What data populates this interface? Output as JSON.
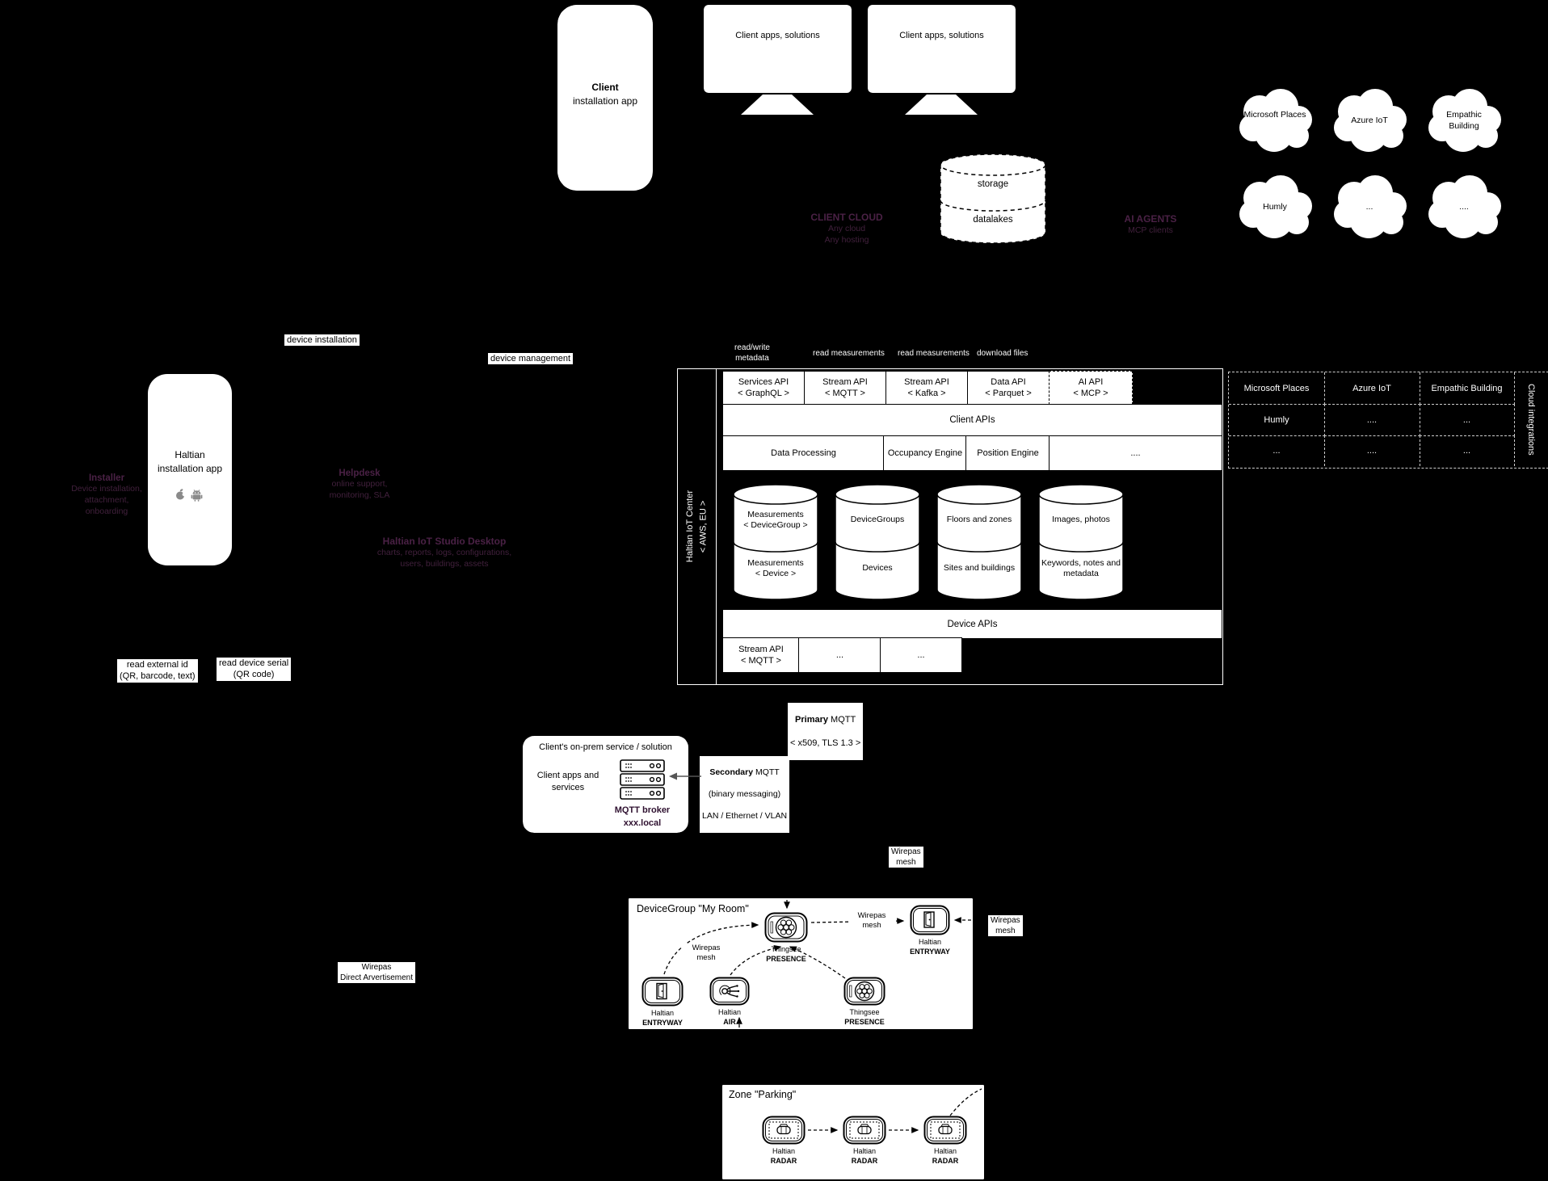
{
  "colors": {
    "background": "#000000",
    "shape_fill": "#ffffff",
    "accent_purple": "#4a2145",
    "purple_on_white": "#2f1130",
    "line_black": "#000000",
    "text_white": "#ffffff"
  },
  "top": {
    "client_phone": {
      "line1": "Client",
      "line2": "installation app"
    },
    "monitor1_label": "Client apps, solutions",
    "monitor2_label": "Client apps, solutions",
    "storage": {
      "seg1": "storage",
      "seg2": "datalakes"
    },
    "client_cloud": {
      "title": "CLIENT CLOUD",
      "body": "Any cloud\nAny hosting"
    },
    "ai_agents": {
      "title": "AI AGENTS",
      "body": "MCP clients"
    },
    "clouds": [
      {
        "label": "Microsoft Places"
      },
      {
        "label": "Azure IoT"
      },
      {
        "label": "Empathic Building"
      },
      {
        "label": "Humly"
      },
      {
        "label": "..."
      },
      {
        "label": "...."
      }
    ]
  },
  "edge_labels": {
    "device_installation": "device installation",
    "device_management": "device management",
    "read_write_metadata": "read/write\nmetadata",
    "read_measurements_1": "read measurements",
    "read_measurements_2": "read measurements",
    "download_files": "download files",
    "read_external_id": "read external id\n(QR, barcode, text)",
    "read_device_serial": "read device serial\n(QR code)",
    "primary_mqtt": {
      "bold": "Primary",
      "rest": " MQTT",
      "line2": "< x509, TLS 1.3 >"
    },
    "secondary_mqtt": {
      "bold": "Secondary",
      "rest": " MQTT",
      "line2": "(binary messaging)",
      "line3": "LAN / Ethernet / VLAN"
    },
    "wirepas_mesh_a": "Wirepas\nmesh",
    "wirepas_mesh_b": "Wirepas\nmesh",
    "wirepas_direct": "Wirepas\nDirect Arvertisement"
  },
  "left": {
    "installer": {
      "title": "Installer",
      "body": "Device installation,\nattachment,\nonboarding"
    },
    "haltian_phone": {
      "line1": "Haltian",
      "line2": "installation app"
    },
    "helpdesk": {
      "title": "Helpdesk",
      "body": "online support,\nmonitoring, SLA"
    },
    "studio": {
      "title": "Haltian IoT Studio Desktop",
      "body": "charts, reports, logs, configurations,\nusers, buildings, assets"
    }
  },
  "iot_center": {
    "side_title": "Haltian IoT Center",
    "side_sub": "< AWS, EU >",
    "apis": [
      {
        "name": "Services API",
        "proto": "< GraphQL >"
      },
      {
        "name": "Stream API",
        "proto": "< MQTT >"
      },
      {
        "name": "Stream API",
        "proto": "< Kafka >"
      },
      {
        "name": "Data API",
        "proto": "< Parquet >"
      },
      {
        "name": "AI API",
        "proto": "< MCP >"
      }
    ],
    "client_apis": "Client APIs",
    "engines": [
      {
        "label": "Data Processing"
      },
      {
        "label": "Occupancy Engine"
      },
      {
        "label": "Position Engine"
      },
      {
        "label": "...."
      }
    ],
    "databases": [
      {
        "top": "Measurements\n< DeviceGroup >",
        "bottom": "Measurements\n< Device >"
      },
      {
        "top": "DeviceGroups",
        "bottom": "Devices"
      },
      {
        "top": "Floors and zones",
        "bottom": "Sites and buildings"
      },
      {
        "top": "Images, photos",
        "bottom": "Keywords, notes and\nmetadata"
      }
    ],
    "device_apis": "Device APIs",
    "device_api_cells": [
      {
        "label": "Stream API\n< MQTT >"
      },
      {
        "label": "..."
      },
      {
        "label": "..."
      }
    ]
  },
  "cloud_table": {
    "side": "Cloud integrations",
    "rows": [
      [
        {
          "label": "Microsoft Places"
        },
        {
          "label": "Azure IoT"
        },
        {
          "label": "Empathic Building"
        }
      ],
      [
        {
          "label": "Humly"
        },
        {
          "label": "...."
        },
        {
          "label": "..."
        }
      ],
      [
        {
          "label": "..."
        },
        {
          "label": "...."
        },
        {
          "label": "..."
        }
      ]
    ]
  },
  "onprem": {
    "title": "Client's on-prem service / solution",
    "body": "Client apps and\nservices",
    "broker": "MQTT broker",
    "host": "xxx.local"
  },
  "device_group": {
    "title": "DeviceGroup \"My Room\"",
    "mesh_label_1": "Wirepas\nmesh",
    "mesh_label_2": "Wirepas\nmesh",
    "devices": [
      {
        "brand": "Thingsee",
        "model": "PRESENCE"
      },
      {
        "brand": "Haltian",
        "model": "ENTRYWAY"
      },
      {
        "brand": "Haltian",
        "model": "ENTRYWAY"
      },
      {
        "brand": "Haltian",
        "model": "AIR"
      },
      {
        "brand": "Thingsee",
        "model": "PRESENCE"
      }
    ]
  },
  "zone": {
    "title": "Zone \"Parking\"",
    "devices": [
      {
        "brand": "Haltian",
        "model": "RADAR"
      },
      {
        "brand": "Haltian",
        "model": "RADAR"
      },
      {
        "brand": "Haltian",
        "model": "RADAR"
      }
    ]
  }
}
